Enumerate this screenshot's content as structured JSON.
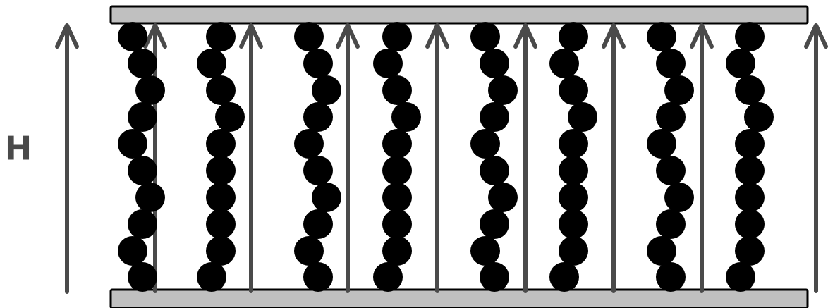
{
  "field_label": "H",
  "colors": {
    "plate_fill": "#c0c0c0",
    "plate_stroke": "#000000",
    "arrow": "#4a4a4a",
    "particle": "#000000",
    "label": "#4a4a4a"
  },
  "field_lines_count": 9,
  "chains_count": 8,
  "particles_per_chain": 10,
  "plates": [
    "top-plate",
    "bottom-plate"
  ]
}
